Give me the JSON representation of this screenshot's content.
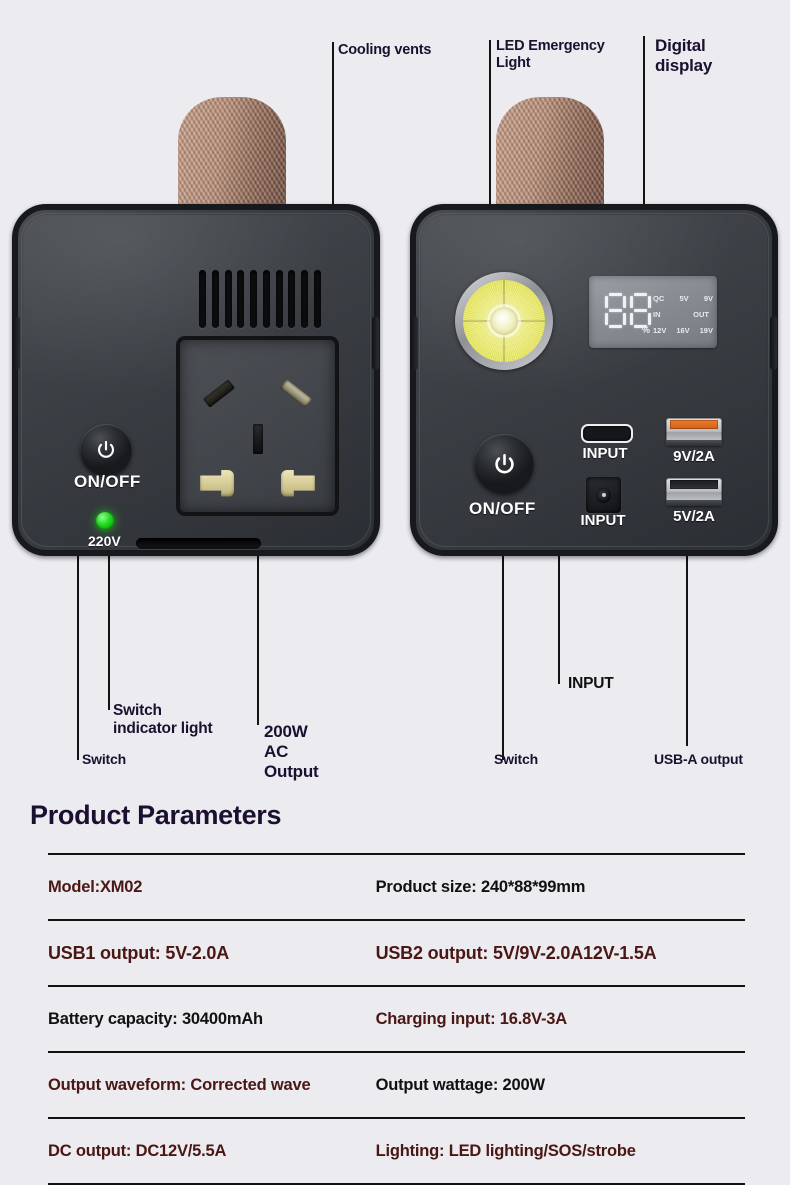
{
  "background_color": "#ebebf0",
  "callouts": {
    "cooling_vents": "Cooling vents",
    "led_emergency_light": "LED Emergency\nLight",
    "digital_display": "Digital\ndisplay",
    "switch_indicator_light": "Switch\nindicator light",
    "switch_left": "Switch",
    "ac_output": "200W\nAC\nOutput",
    "input": "INPUT",
    "switch_right": "Switch",
    "usb_a_output": "USB-A output"
  },
  "left_device": {
    "power_button_label": "ON/OFF",
    "power_icon": "power-icon",
    "indicator_label": "220V",
    "indicator_color": "#1fd81f",
    "vent_count": 10,
    "socket_name": "ac-socket"
  },
  "right_device": {
    "power_button_label": "ON/OFF",
    "power_icon": "power-icon",
    "torch_name": "led-torch",
    "lcd": {
      "digits": "88",
      "percent_symbol": "%",
      "row1": [
        "QC",
        "5V",
        "9V"
      ],
      "row2": [
        "IN",
        "OUT"
      ],
      "row3": [
        "12V",
        "16V",
        "19V"
      ]
    },
    "ports": {
      "usb_c_label": "INPUT",
      "dc_jack_label": "INPUT",
      "usb_a_top_label": "9V/2A",
      "usb_a_top_color": "#f07a2a",
      "usb_a_bottom_label": "5V/2A",
      "usb_a_bottom_color": "#303338"
    }
  },
  "parameters": {
    "heading": "Product Parameters",
    "rows": [
      {
        "left": "Model:XM02",
        "left_style": "red",
        "right": "Product size: 240*88*99mm",
        "right_style": "dark"
      },
      {
        "left": "USB1 output: 5V-2.0A",
        "left_style": "red",
        "right": "USB2 output: 5V/9V-2.0A12V-1.5A",
        "right_style": "red"
      },
      {
        "left": "Battery capacity: 30400mAh",
        "left_style": "dark",
        "right": "Charging input: 16.8V-3A",
        "right_style": "red"
      },
      {
        "left": "Output waveform: Corrected wave",
        "left_style": "red",
        "right": "Output wattage: 200W",
        "right_style": "dark"
      },
      {
        "left": "DC output: DC12V/5.5A",
        "left_style": "red",
        "right": "Lighting: LED lighting/SOS/strobe",
        "right_style": "red"
      }
    ]
  }
}
